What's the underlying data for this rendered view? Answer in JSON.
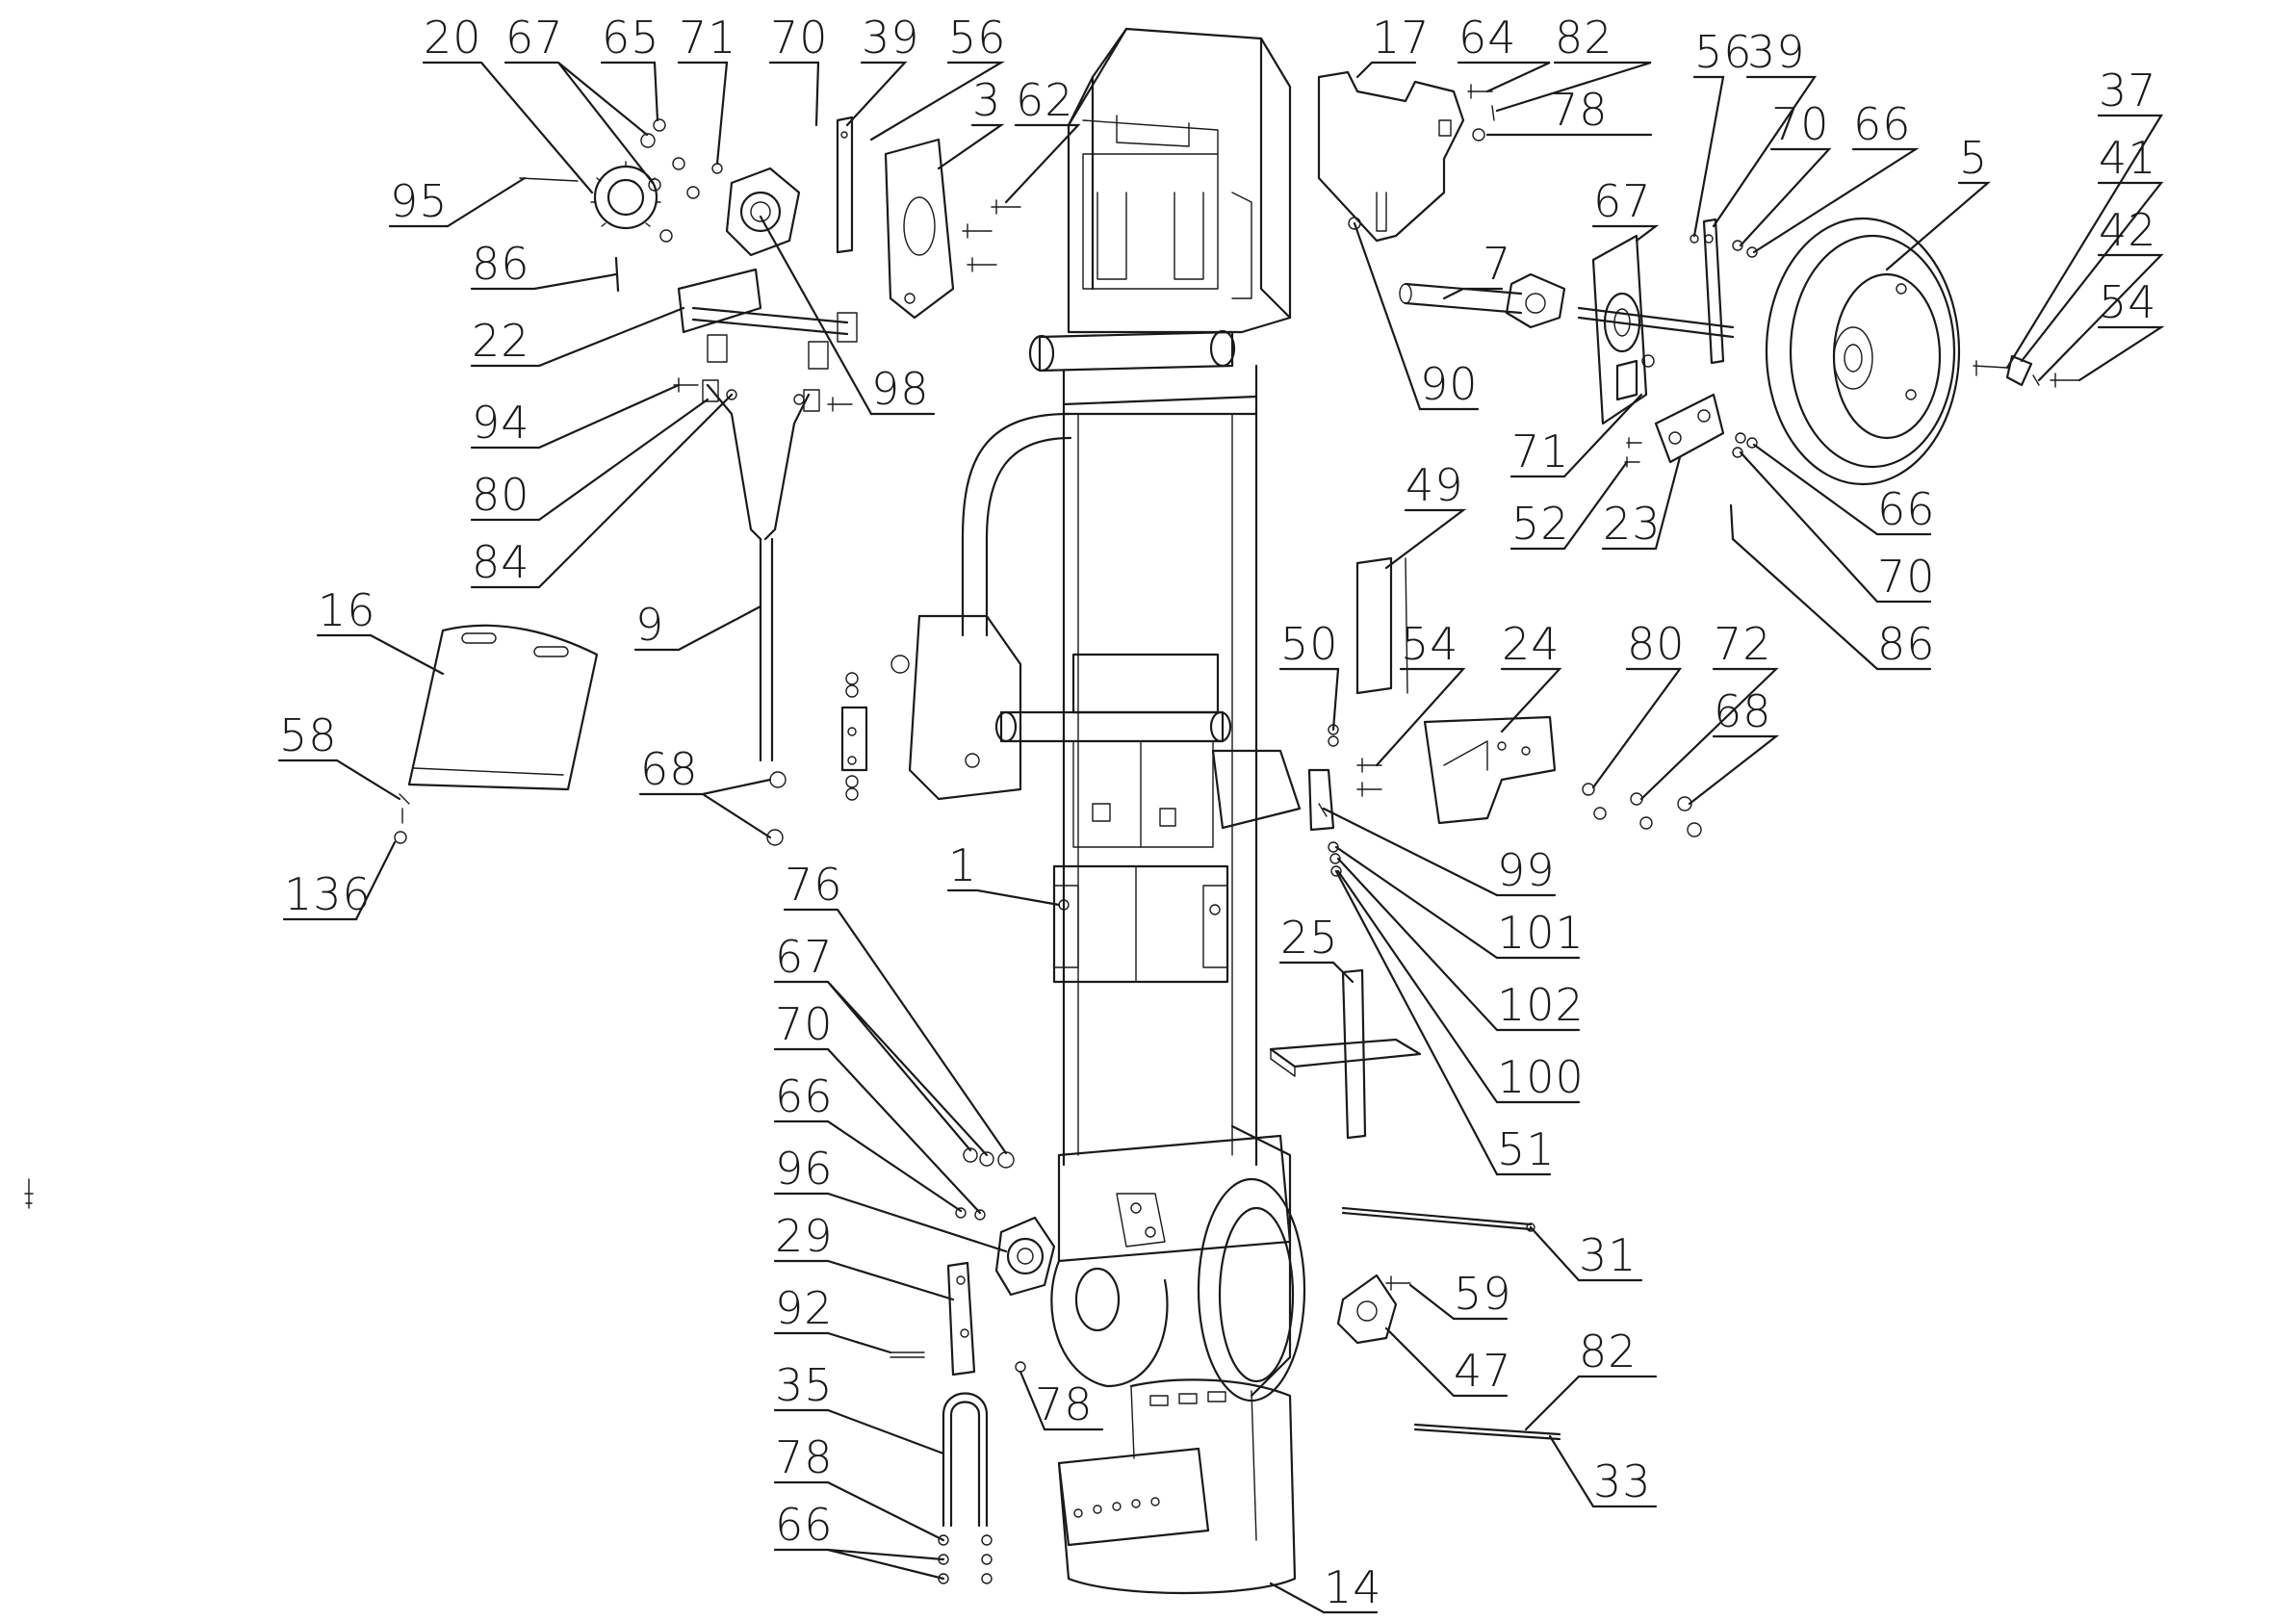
{
  "drawing": {
    "callouts": [
      {
        "id": "c20",
        "label": "20"
      },
      {
        "id": "c67a",
        "label": "67"
      },
      {
        "id": "c65",
        "label": "65"
      },
      {
        "id": "c71a",
        "label": "71"
      },
      {
        "id": "c70a",
        "label": "70"
      },
      {
        "id": "c39a",
        "label": "39"
      },
      {
        "id": "c56a",
        "label": "56"
      },
      {
        "id": "c3",
        "label": "3"
      },
      {
        "id": "c62",
        "label": "62"
      },
      {
        "id": "c95",
        "label": "95"
      },
      {
        "id": "c86a",
        "label": "86"
      },
      {
        "id": "c22",
        "label": "22"
      },
      {
        "id": "c98",
        "label": "98"
      },
      {
        "id": "c94",
        "label": "94"
      },
      {
        "id": "c80a",
        "label": "80"
      },
      {
        "id": "c84",
        "label": "84"
      },
      {
        "id": "c9",
        "label": "9"
      },
      {
        "id": "c16",
        "label": "16"
      },
      {
        "id": "c58",
        "label": "58"
      },
      {
        "id": "c136",
        "label": "136"
      },
      {
        "id": "c68a",
        "label": "68"
      },
      {
        "id": "c17",
        "label": "17"
      },
      {
        "id": "c64",
        "label": "64"
      },
      {
        "id": "c82a",
        "label": "82"
      },
      {
        "id": "c78a",
        "label": "78"
      },
      {
        "id": "c56b",
        "label": "56"
      },
      {
        "id": "c39b",
        "label": "39"
      },
      {
        "id": "c70b",
        "label": "70"
      },
      {
        "id": "c66a",
        "label": "66"
      },
      {
        "id": "c37",
        "label": "37"
      },
      {
        "id": "c41",
        "label": "41"
      },
      {
        "id": "c42",
        "label": "42"
      },
      {
        "id": "c54a",
        "label": "54"
      },
      {
        "id": "c5",
        "label": "5"
      },
      {
        "id": "c67b",
        "label": "67"
      },
      {
        "id": "c7",
        "label": "7"
      },
      {
        "id": "c90",
        "label": "90"
      },
      {
        "id": "c71b",
        "label": "71"
      },
      {
        "id": "c52",
        "label": "52"
      },
      {
        "id": "c23",
        "label": "23"
      },
      {
        "id": "c66b",
        "label": "66"
      },
      {
        "id": "c70c",
        "label": "70"
      },
      {
        "id": "c86b",
        "label": "86"
      },
      {
        "id": "c49",
        "label": "49"
      },
      {
        "id": "c50",
        "label": "50"
      },
      {
        "id": "c54b",
        "label": "54"
      },
      {
        "id": "c24",
        "label": "24"
      },
      {
        "id": "c80b",
        "label": "80"
      },
      {
        "id": "c72",
        "label": "72"
      },
      {
        "id": "c68b",
        "label": "68"
      },
      {
        "id": "c99",
        "label": "99"
      },
      {
        "id": "c101",
        "label": "101"
      },
      {
        "id": "c102",
        "label": "102"
      },
      {
        "id": "c100",
        "label": "100"
      },
      {
        "id": "c51",
        "label": "51"
      },
      {
        "id": "c25",
        "label": "25"
      },
      {
        "id": "c1",
        "label": "1"
      },
      {
        "id": "c76",
        "label": "76"
      },
      {
        "id": "c67c",
        "label": "67"
      },
      {
        "id": "c70d",
        "label": "70"
      },
      {
        "id": "c66c",
        "label": "66"
      },
      {
        "id": "c96",
        "label": "96"
      },
      {
        "id": "c29",
        "label": "29"
      },
      {
        "id": "c92",
        "label": "92"
      },
      {
        "id": "c78b",
        "label": "78"
      },
      {
        "id": "c35",
        "label": "35"
      },
      {
        "id": "c78c",
        "label": "78"
      },
      {
        "id": "c66d",
        "label": "66"
      },
      {
        "id": "c31",
        "label": "31"
      },
      {
        "id": "c59",
        "label": "59"
      },
      {
        "id": "c47",
        "label": "47"
      },
      {
        "id": "c82b",
        "label": "82"
      },
      {
        "id": "c33",
        "label": "33"
      },
      {
        "id": "c14",
        "label": "14"
      }
    ]
  }
}
